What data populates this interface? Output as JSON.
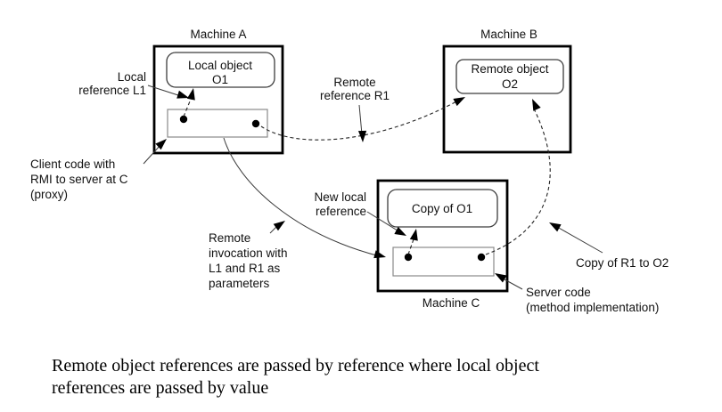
{
  "machines": {
    "a": "Machine A",
    "b": "Machine B",
    "c": "Machine C"
  },
  "objects": {
    "local": {
      "line1": "Local object",
      "line2": "O1"
    },
    "remote": {
      "line1": "Remote object",
      "line2": "O2"
    },
    "copy": {
      "line1": "Copy of O1"
    }
  },
  "labels": {
    "local_reference": {
      "line1": "Local",
      "line2": "reference L1"
    },
    "remote_reference": {
      "line1": "Remote",
      "line2": "reference R1"
    },
    "client_code": {
      "line1": "Client code with",
      "line2": "RMI to server at C",
      "line3": "(proxy)"
    },
    "new_local_reference": {
      "line1": "New local",
      "line2": "reference"
    },
    "remote_invocation": {
      "line1": "Remote",
      "line2": "invocation with",
      "line3": "L1 and R1 as",
      "line4": "parameters"
    },
    "copy_of_r1": {
      "line1": "Copy of R1 to O2"
    },
    "server_code": {
      "line1": "Server code",
      "line2": "(method implementation)"
    }
  },
  "caption": {
    "line1": "Remote object references are passed by reference where local object",
    "line2": "references are passed by value"
  },
  "colors": {
    "line": "#000000",
    "box_border": "#000000",
    "inner_border": "#888888",
    "background": "#ffffff"
  }
}
